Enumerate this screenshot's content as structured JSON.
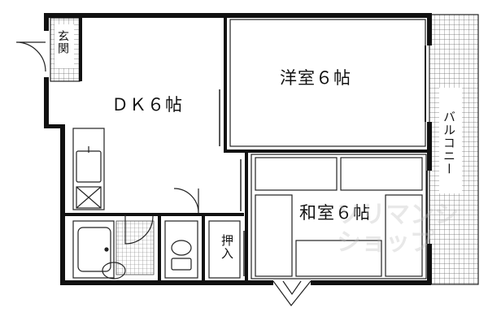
{
  "rooms": {
    "dk": "ＤＫ６帖",
    "yoshitsu": "洋室６帖",
    "washitsu": "和室６帖"
  },
  "labels": {
    "genkan": "玄関",
    "oshiire": "押入",
    "balcony": "バルコニー"
  },
  "watermark": {
    "line1": "ソリマンシ",
    "line2": "ショップ"
  },
  "colors": {
    "wall": "#111111",
    "line": "#222222",
    "grid": "#666666",
    "background": "#ffffff"
  }
}
